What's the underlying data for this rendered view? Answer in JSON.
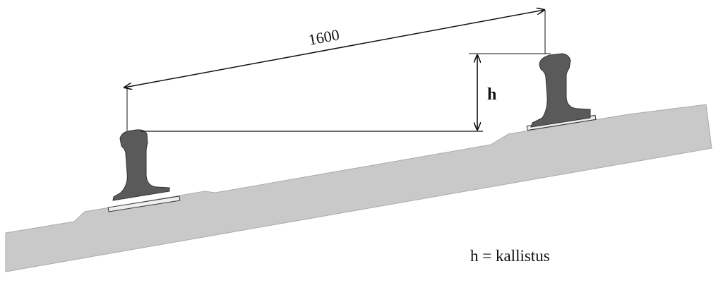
{
  "labels": {
    "gauge": "1600",
    "height_symbol": "h",
    "legend": "h = kallistus"
  },
  "colors": {
    "ballast": "#c9c9c9",
    "rail": "#5a5a5a",
    "line": "#111111"
  }
}
